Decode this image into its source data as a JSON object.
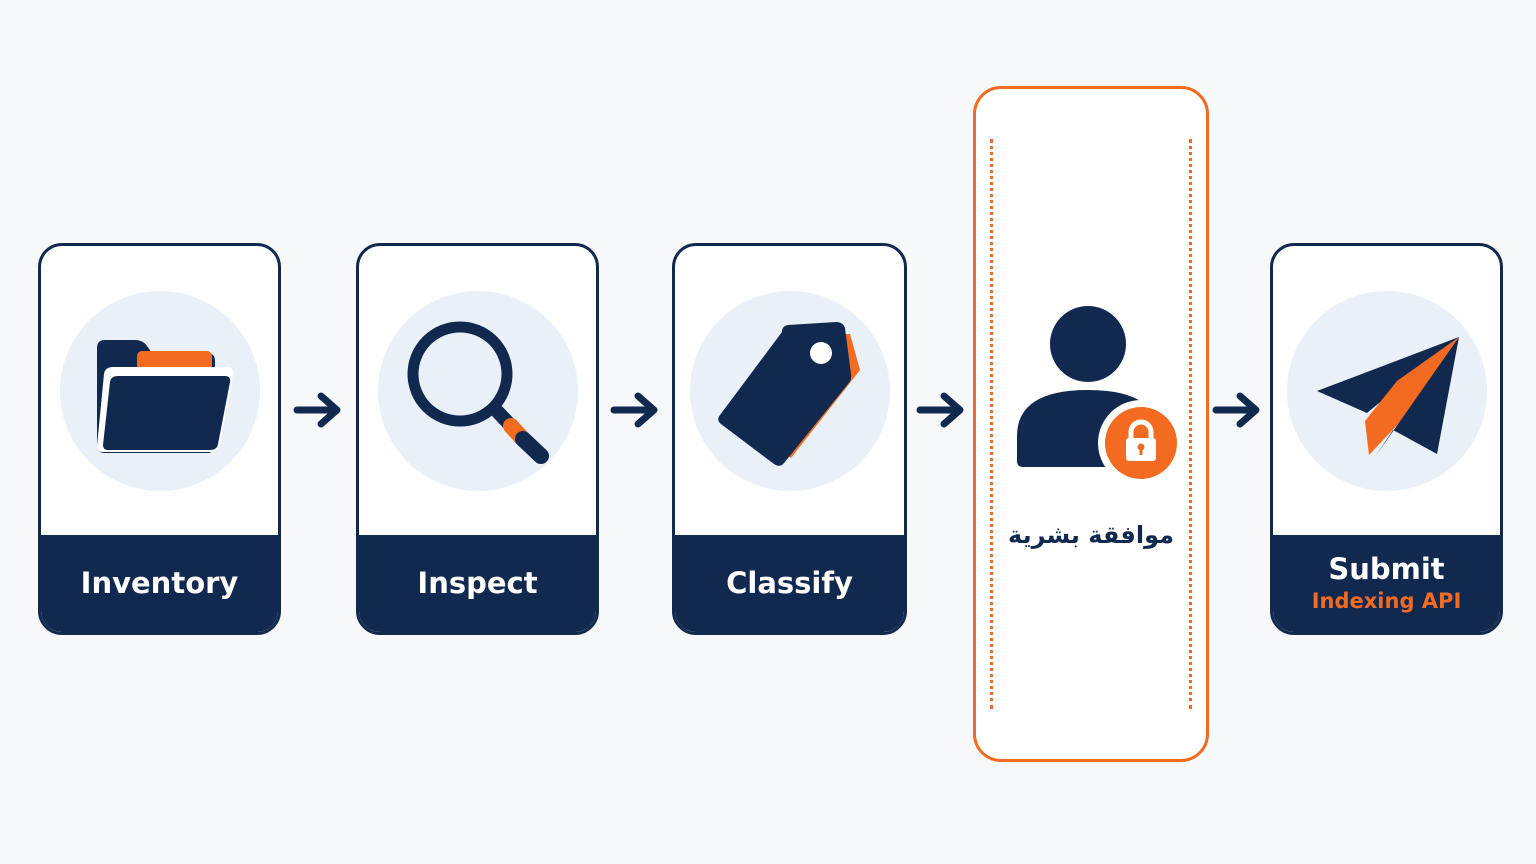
{
  "colors": {
    "navy": "#12294f",
    "orange": "#f26b21",
    "circle_bg": "#eaf0f8",
    "page_bg": "#f7f8fa"
  },
  "steps": [
    {
      "label": "Inventory",
      "icon": "folder-icon"
    },
    {
      "label": "Inspect",
      "icon": "magnifier-icon"
    },
    {
      "label": "Classify",
      "icon": "tag-icon"
    },
    {
      "label": "موافقة بشرية",
      "icon": "person-lock-icon",
      "highlighted": true
    },
    {
      "label": "Submit",
      "sublabel": "Indexing API",
      "icon": "paper-plane-icon"
    }
  ]
}
